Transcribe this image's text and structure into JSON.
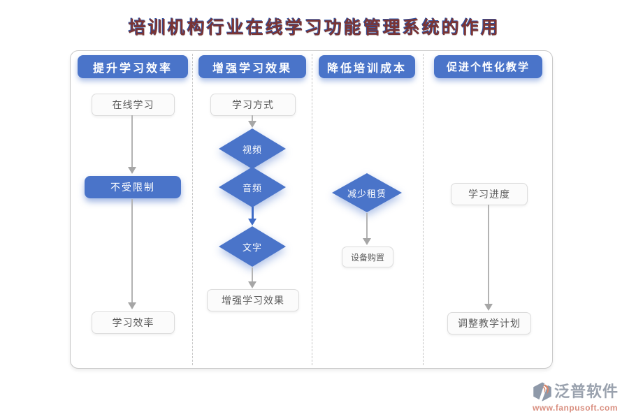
{
  "title": "培训机构行业在线学习功能管理系统的作用",
  "columns": [
    {
      "header": "提升学习效率",
      "nodes": [
        "在线学习",
        "不受限制",
        "学习效率"
      ]
    },
    {
      "header": "增强学习效果",
      "nodes": [
        "学习方式",
        "视频",
        "音频",
        "文字",
        "增强学习效果"
      ]
    },
    {
      "header": "降低培训成本",
      "nodes": [
        "减少租赁",
        "设备购置"
      ]
    },
    {
      "header": "促进个性化教学",
      "nodes": [
        "学习进度",
        "调整教学计划"
      ]
    }
  ],
  "footer": {
    "brand": "泛普软件",
    "url": "www.fanpusoft.com"
  },
  "colors": {
    "accent_blue": "#4A74C9",
    "blue_arrow": "#3F6CC7",
    "gray_arrow": "#ABABAB",
    "title_red": "#7A3434",
    "title_shadow_blue": "#30519F",
    "brand_gray": "#9AA2AE",
    "brand_salmon": "#D98F80"
  }
}
